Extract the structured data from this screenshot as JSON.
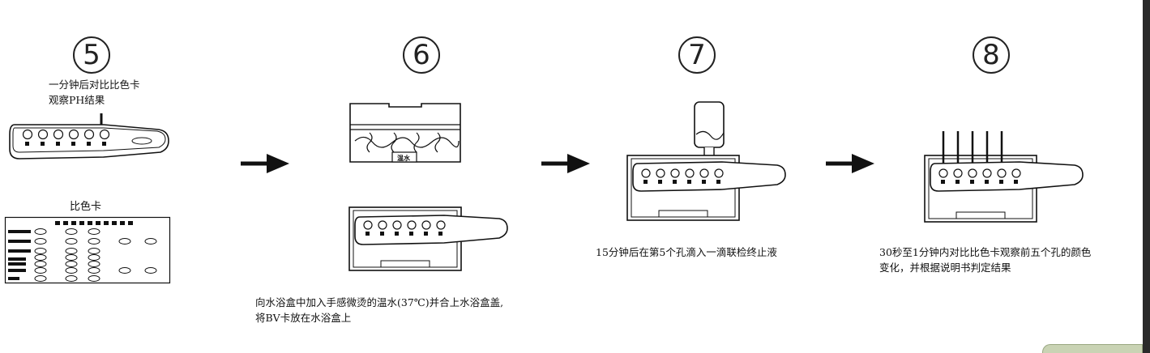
{
  "steps": [
    {
      "number": "5",
      "caption": "一分钟后对比比色卡\n观察PH结果"
    },
    {
      "number": "6",
      "caption": "向水浴盒中加入手感微烫的温水(37℃)并合上水浴盒盖,\n将BV卡放在水浴盒上"
    },
    {
      "number": "7",
      "caption": "15分钟后在第5个孔滴入一滴联检终止液"
    },
    {
      "number": "8",
      "caption": "30秒至1分钟内对比比色卡观察前五个孔的颜色\n变化，并根据说明书判定结果"
    }
  ],
  "color_card": {
    "title": "比色卡"
  },
  "water_bath": {
    "label": "温水"
  },
  "colors": {
    "ink": "#111111",
    "right_bar": "#2a2a2a",
    "corner_deco": "#c9d3b4"
  }
}
